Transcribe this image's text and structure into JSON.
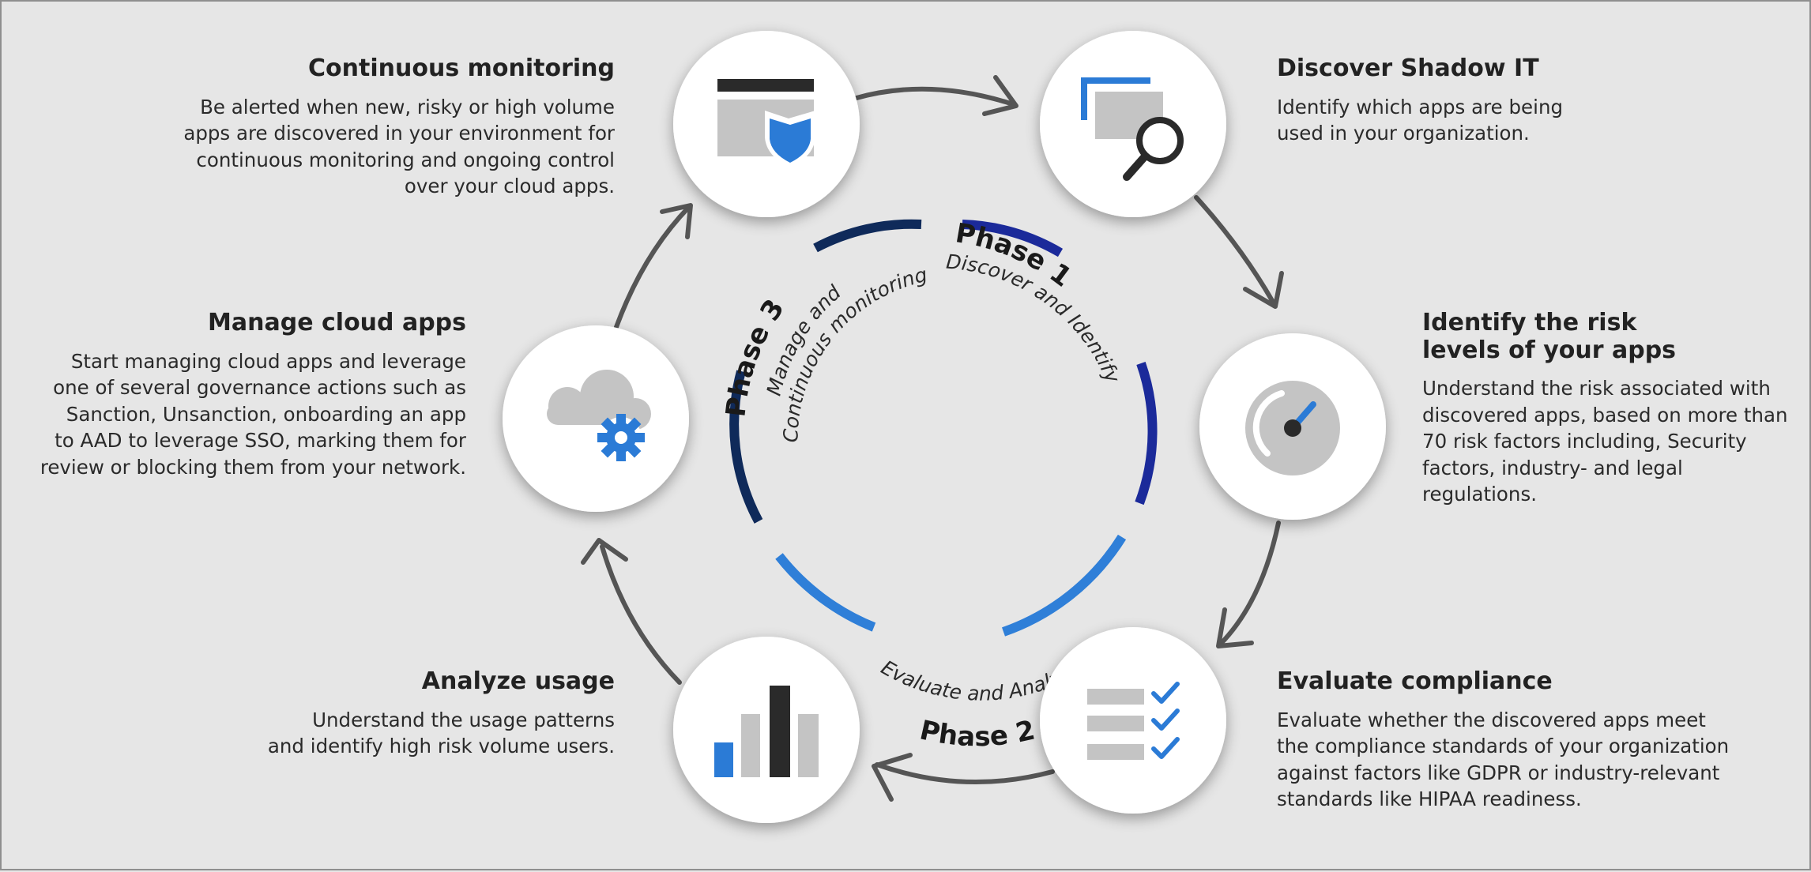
{
  "steps": {
    "continuous_monitoring": {
      "title": "Continuous monitoring",
      "description": "Be alerted when new, risky or high volume\napps are discovered in your environment for\ncontinuous monitoring and ongoing control\nover your cloud apps."
    },
    "discover_shadow_it": {
      "title": "Discover Shadow IT",
      "description": "Identify which apps are being\nused in your organization."
    },
    "identify_risk": {
      "title": "Identify the risk\nlevels of your apps",
      "description": "Understand the risk associated with\ndiscovered apps, based on more than\n70 risk factors including, Security\nfactors, industry- and legal regulations."
    },
    "evaluate_compliance": {
      "title": "Evaluate compliance",
      "description": "Evaluate whether the discovered apps meet\nthe compliance standards of your organization\nagainst factors like GDPR or industry-relevant\nstandards like HIPAA readiness."
    },
    "analyze_usage": {
      "title": "Analyze usage",
      "description": "Understand the usage patterns\nand identify high risk volume users."
    },
    "manage_cloud_apps": {
      "title": "Manage cloud apps",
      "description": "Start managing cloud apps and leverage\none of several governance actions such as\nSanction, Unsanction, onboarding an app\nto AAD to leverage SSO, marking them for\nreview or blocking them from your network."
    }
  },
  "phases": {
    "phase1": {
      "label": "Phase 1",
      "subtitle": "Discover and Identify"
    },
    "phase2": {
      "label": "Phase 2",
      "subtitle": "Evaluate and Analyze"
    },
    "phase3": {
      "label": "Phase 3",
      "subtitle_line1": "Manage and",
      "subtitle_line2": "Continuous monitoring"
    }
  },
  "icons": {
    "continuous_monitoring": "window-shield-icon",
    "discover_shadow_it": "magnifier-windows-icon",
    "identify_risk": "risk-gauge-icon",
    "evaluate_compliance": "checklist-icon",
    "analyze_usage": "bar-chart-icon",
    "manage_cloud_apps": "cloud-gear-icon"
  },
  "colors": {
    "background": "#e6e6e6",
    "accent_blue": "#2b7bd6",
    "phase1_arc": "#1b2a9a",
    "phase2_arc": "#2f7fd8",
    "phase3_arc": "#0f2a5a",
    "arrow": "#555555",
    "icon_gray": "#c4c4c4",
    "icon_dark": "#2a2a2a"
  }
}
